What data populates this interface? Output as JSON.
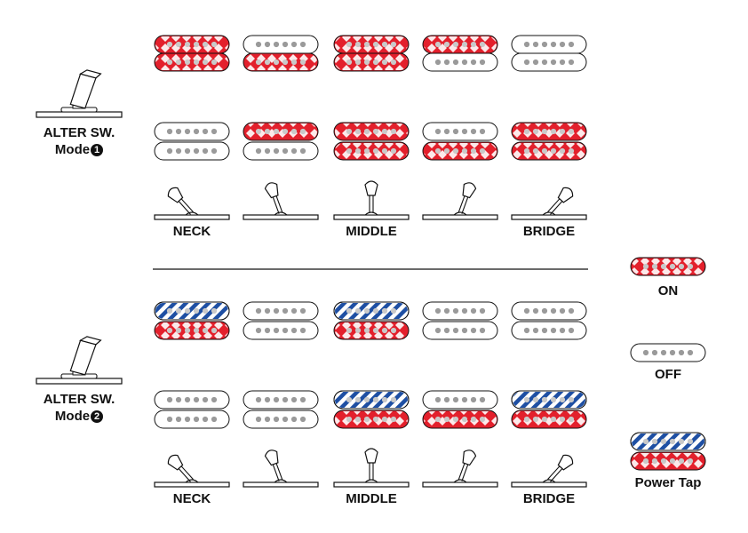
{
  "modes": [
    {
      "switch_label": "ALTER SW.",
      "mode_word": "Mode",
      "mode_number": "1",
      "positions": [
        "NECK",
        "",
        "MIDDLE",
        "",
        "BRIDGE"
      ],
      "rows": [
        {
          "top": [
            "on",
            "off",
            "on",
            "on",
            "off"
          ],
          "bottom": [
            "on",
            "on",
            "on",
            "off",
            "off"
          ]
        },
        {
          "top": [
            "off",
            "on",
            "on",
            "off",
            "on"
          ],
          "bottom": [
            "off",
            "off",
            "on",
            "on",
            "on"
          ]
        }
      ]
    },
    {
      "switch_label": "ALTER SW.",
      "mode_word": "Mode",
      "mode_number": "2",
      "positions": [
        "NECK",
        "",
        "MIDDLE",
        "",
        "BRIDGE"
      ],
      "rows": [
        {
          "top": [
            "tap",
            "off",
            "tap",
            "off",
            "off"
          ],
          "bottom": [
            "on",
            "off",
            "on",
            "off",
            "off"
          ]
        },
        {
          "top": [
            "off",
            "off",
            "tap",
            "off",
            "tap"
          ],
          "bottom": [
            "off",
            "off",
            "on",
            "on",
            "on"
          ]
        }
      ]
    }
  ],
  "legend": {
    "on_label": "ON",
    "off_label": "OFF",
    "tap_label": "Power Tap"
  },
  "colors": {
    "on_fill": "#e3202c",
    "tap_stripe": "#1e4fa3",
    "pole_off": "#9a9a9a",
    "pole_on": "#c9c9c9",
    "ink": "#111111"
  }
}
